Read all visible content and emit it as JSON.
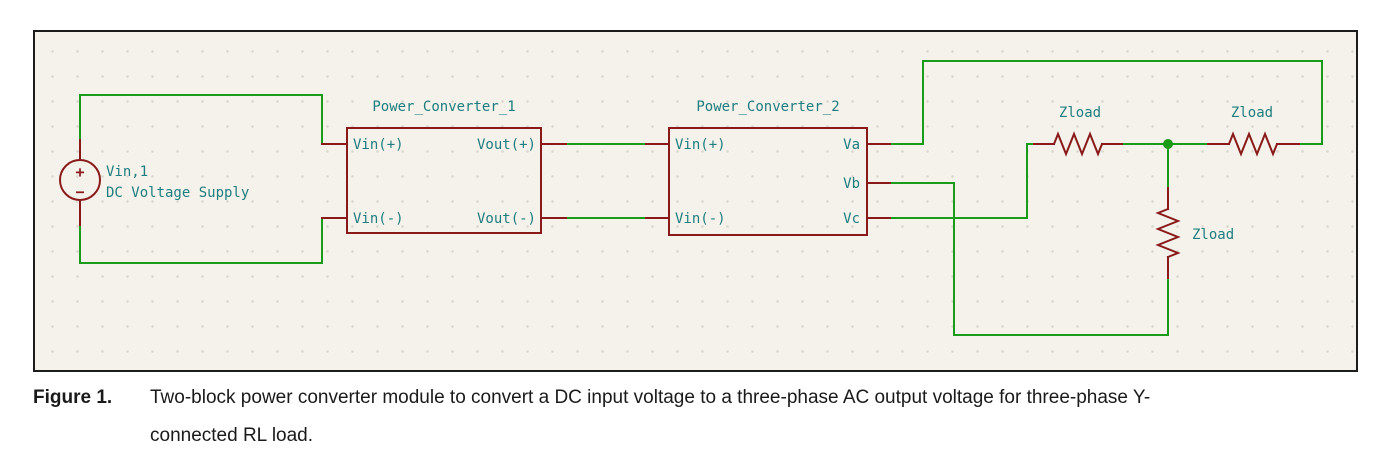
{
  "figure": {
    "caption_label": "Figure 1.",
    "caption_line1": "Two-block power converter module to convert a DC input voltage to a three-phase AC output voltage for three-phase Y-",
    "caption_line2": "connected RL load."
  },
  "schematic": {
    "voltage_source": {
      "reference": "Vin,1",
      "value": "DC Voltage Supply",
      "plus_symbol": "+",
      "minus_symbol": "−"
    },
    "converter1": {
      "title": "Power_Converter_1",
      "pin_vin_plus": "Vin(+)",
      "pin_vin_minus": "Vin(-)",
      "pin_vout_plus": "Vout(+)",
      "pin_vout_minus": "Vout(-)"
    },
    "converter2": {
      "title": "Power_Converter_2",
      "pin_vin_plus": "Vin(+)",
      "pin_vin_minus": "Vin(-)",
      "pin_va": "Va",
      "pin_vb": "Vb",
      "pin_vc": "Vc"
    },
    "load_a_label": "Zload",
    "load_b_label": "Zload",
    "load_c_label": "Zload",
    "colors": {
      "wire_green": "#1a9b1a",
      "component_red": "#8a1a1a",
      "field_teal": "#1e7d80",
      "canvas_beige": "#f4f2ea",
      "border_black": "#1c1c1c"
    }
  }
}
